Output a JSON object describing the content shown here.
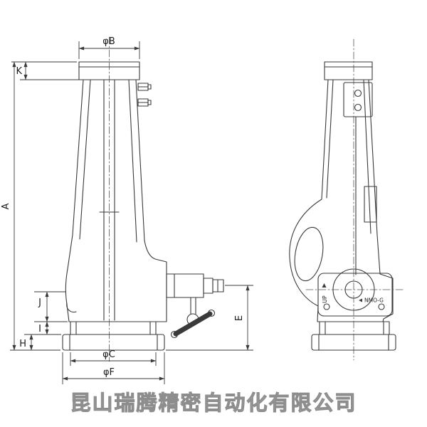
{
  "drawing": {
    "title": "screw-jack two-view technical drawing",
    "stroke_color": "#3a3a3a",
    "dim_labels": {
      "phi_b": "φB",
      "k": "K",
      "a": "A",
      "j": "J",
      "i": "I",
      "h": "H",
      "phi_c": "φC",
      "phi_f": "φF",
      "e": "E"
    },
    "part_labels": {
      "up": "UP",
      "nmo_g": "NMO-G"
    }
  },
  "watermark": {
    "text": "昆山瑞腾精密自动化有限公司",
    "color": "#b3b3b3"
  }
}
